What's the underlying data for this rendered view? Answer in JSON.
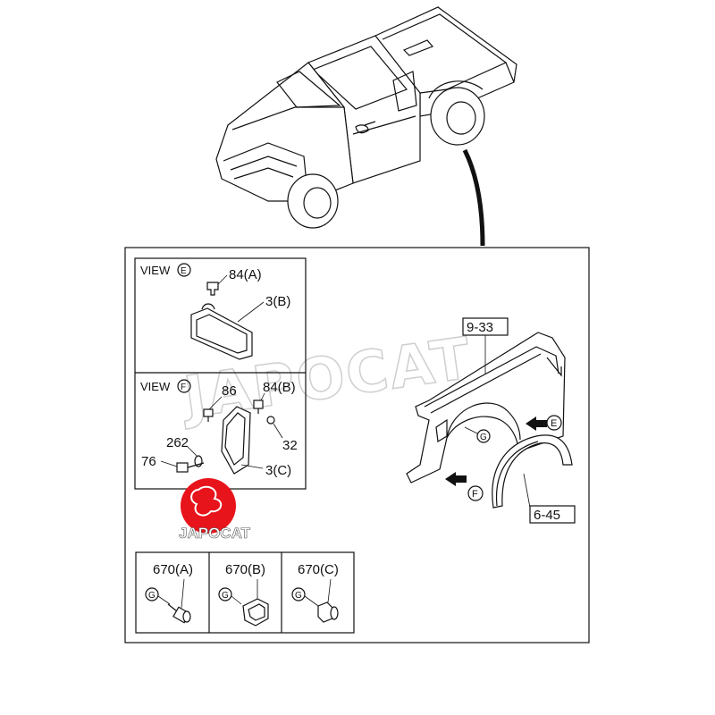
{
  "watermark": "JAPOCAT",
  "logo": {
    "text": "JAPOCAT",
    "color": "#e8141b"
  },
  "views": {
    "e": {
      "title": "VIEW",
      "letter": "E"
    },
    "f": {
      "title": "VIEW",
      "letter": "F"
    }
  },
  "callouts": {
    "p84a": "84(A)",
    "p3b": "3(B)",
    "p86": "86",
    "p84b": "84(B)",
    "p32": "32",
    "p262": "262",
    "p76": "76",
    "p3c": "3(C)",
    "p9_33": "9-33",
    "p6_45": "6-45"
  },
  "arrows": {
    "e": "E",
    "f": "F",
    "g": "G"
  },
  "fasteners": [
    {
      "label": "670(A)",
      "ref": "G"
    },
    {
      "label": "670(B)",
      "ref": "G"
    },
    {
      "label": "670(C)",
      "ref": "G"
    }
  ]
}
